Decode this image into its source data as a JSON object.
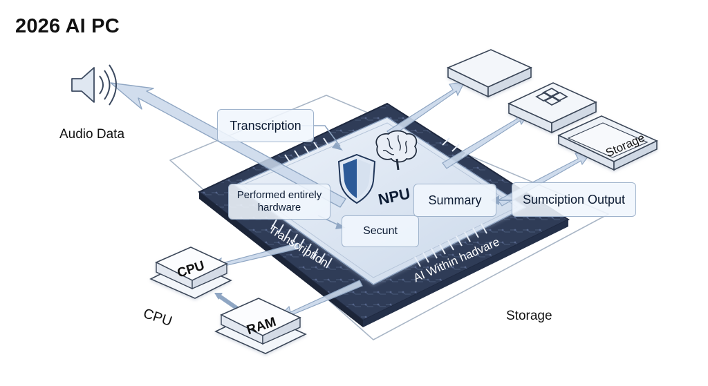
{
  "title": "2026 AI PC",
  "labels": {
    "audio_data": "Audio Data",
    "transcription": "Transcription",
    "npu": "NPU",
    "performed": "Performed entirely hardware",
    "secunt": "Secunt",
    "summary": "Summary",
    "output": "Sumciption Output",
    "transcription_edge": "Transcription",
    "ai_within": "AI Within hadvare",
    "cpu_box": "CPU",
    "cpu_caption": "CPU",
    "ram_box": "RAM",
    "storage_box": "Storage",
    "storage_caption": "Storage"
  },
  "icons": {
    "speaker": "speaker-icon",
    "brain": "brain-icon",
    "shield": "shield-icon",
    "grid": "grid-icon"
  },
  "colors": {
    "chip_dark": "#2d3a54",
    "chip_light": "#d9e4f2",
    "arrow_fill": "#c9d7ea",
    "arrow_stroke": "#8fa6c3",
    "shield_blue": "#2f5f9e",
    "text_dark": "#0c1b33"
  }
}
